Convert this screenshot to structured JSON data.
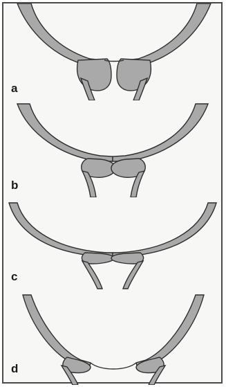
{
  "panels": [
    {
      "label": "a"
    },
    {
      "label": "b"
    },
    {
      "label": "c"
    },
    {
      "label": "d"
    }
  ],
  "colors": {
    "wall_fill": "#a9a9a9",
    "outline": "#2e2e2e",
    "background": "#f7f7f5"
  }
}
